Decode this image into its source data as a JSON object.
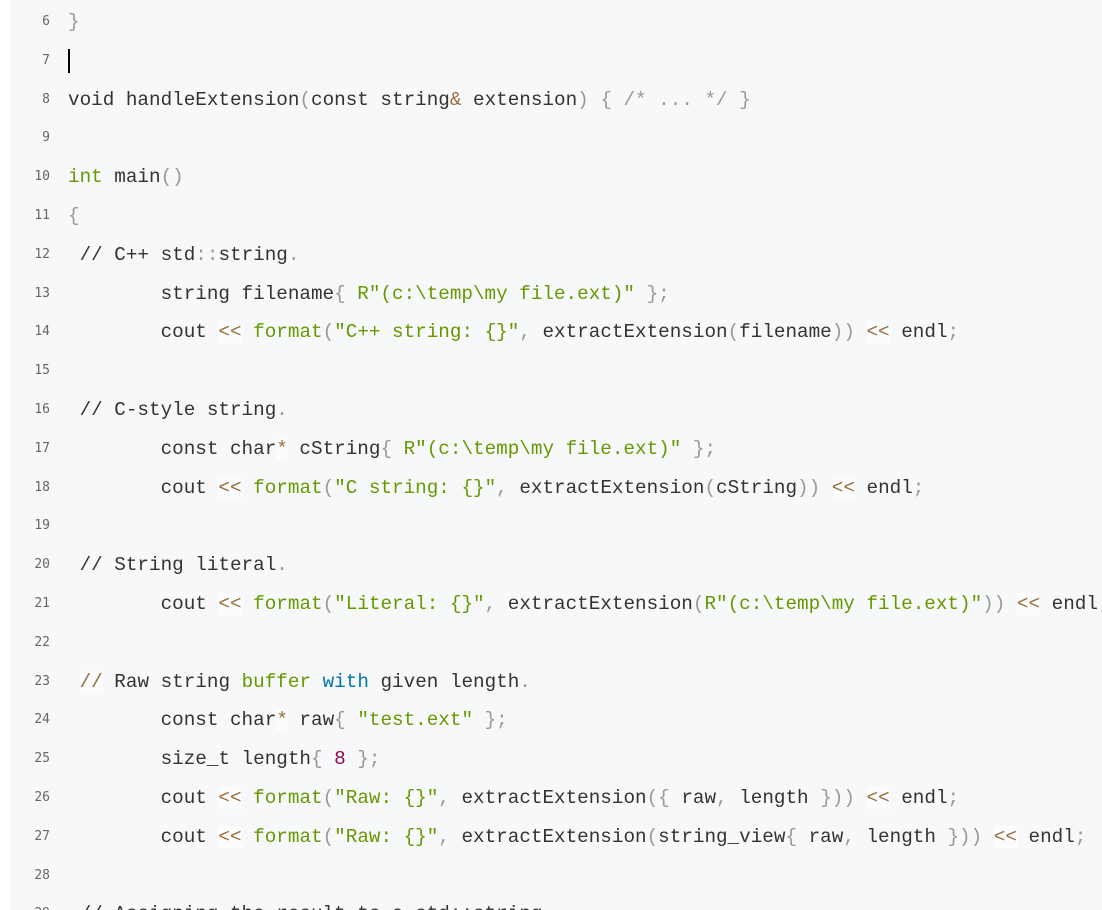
{
  "editor": {
    "lines": [
      {
        "n": "6",
        "t": [
          [
            "}",
            "p"
          ]
        ]
      },
      {
        "n": "7",
        "t": [],
        "cursor": true
      },
      {
        "n": "8",
        "t": [
          [
            "void handleExtension",
            ""
          ],
          [
            "(",
            "p"
          ],
          [
            "const string",
            ""
          ],
          [
            "&",
            "o"
          ],
          [
            " extension",
            ""
          ],
          [
            ")",
            "p"
          ],
          [
            " ",
            ""
          ],
          [
            "{",
            "p"
          ],
          [
            " ",
            ""
          ],
          [
            "/* ... */",
            "p"
          ],
          [
            " ",
            ""
          ],
          [
            "}",
            "p"
          ]
        ]
      },
      {
        "n": "9",
        "t": []
      },
      {
        "n": "10",
        "t": [
          [
            "int",
            "k"
          ],
          [
            " main",
            ""
          ],
          [
            "()",
            "p"
          ]
        ]
      },
      {
        "n": "11",
        "t": [
          [
            "{",
            "p"
          ]
        ]
      },
      {
        "n": "12",
        "t": [
          [
            " // C++ std",
            ""
          ],
          [
            "::",
            "p"
          ],
          [
            "string",
            ""
          ],
          [
            ".",
            "p"
          ]
        ]
      },
      {
        "n": "13",
        "t": [
          [
            "        string filename",
            ""
          ],
          [
            "{",
            "p"
          ],
          [
            " ",
            ""
          ],
          [
            "R\"(c:\\temp\\my file.ext)\"",
            "s"
          ],
          [
            " ",
            ""
          ],
          [
            "};",
            "p"
          ]
        ]
      },
      {
        "n": "14",
        "t": [
          [
            "        cout ",
            ""
          ],
          [
            "<<",
            "o"
          ],
          [
            " ",
            ""
          ],
          [
            "format",
            "f"
          ],
          [
            "(",
            "p"
          ],
          [
            "\"C++ string: {}\"",
            "s"
          ],
          [
            ",",
            "p"
          ],
          [
            " extractExtension",
            ""
          ],
          [
            "(",
            "p"
          ],
          [
            "filename",
            ""
          ],
          [
            "))",
            "p"
          ],
          [
            " ",
            ""
          ],
          [
            "<<",
            "o"
          ],
          [
            " endl",
            ""
          ],
          [
            ";",
            "p"
          ]
        ]
      },
      {
        "n": "15",
        "t": []
      },
      {
        "n": "16",
        "t": [
          [
            " // C-style string",
            ""
          ],
          [
            ".",
            "p"
          ]
        ]
      },
      {
        "n": "17",
        "t": [
          [
            "        const char",
            ""
          ],
          [
            "*",
            "o"
          ],
          [
            " cString",
            ""
          ],
          [
            "{",
            "p"
          ],
          [
            " ",
            ""
          ],
          [
            "R\"(c:\\temp\\my file.ext)\"",
            "s"
          ],
          [
            " ",
            ""
          ],
          [
            "};",
            "p"
          ]
        ]
      },
      {
        "n": "18",
        "t": [
          [
            "        cout ",
            ""
          ],
          [
            "<<",
            "o"
          ],
          [
            " ",
            ""
          ],
          [
            "format",
            "f"
          ],
          [
            "(",
            "p"
          ],
          [
            "\"C string: {}\"",
            "s"
          ],
          [
            ",",
            "p"
          ],
          [
            " extractExtension",
            ""
          ],
          [
            "(",
            "p"
          ],
          [
            "cString",
            ""
          ],
          [
            "))",
            "p"
          ],
          [
            " ",
            ""
          ],
          [
            "<<",
            "o"
          ],
          [
            " endl",
            ""
          ],
          [
            ";",
            "p"
          ]
        ]
      },
      {
        "n": "19",
        "t": []
      },
      {
        "n": "20",
        "t": [
          [
            " // String literal",
            ""
          ],
          [
            ".",
            "p"
          ]
        ]
      },
      {
        "n": "21",
        "t": [
          [
            "        cout ",
            ""
          ],
          [
            "<<",
            "o"
          ],
          [
            " ",
            ""
          ],
          [
            "format",
            "f"
          ],
          [
            "(",
            "p"
          ],
          [
            "\"Literal: {}\"",
            "s"
          ],
          [
            ",",
            "p"
          ],
          [
            " extractExtension",
            ""
          ],
          [
            "(",
            "p"
          ],
          [
            "R\"(c:\\temp\\my file.ext)\"",
            "s"
          ],
          [
            "))",
            "p"
          ],
          [
            " ",
            ""
          ],
          [
            "<<",
            "o"
          ],
          [
            " endl",
            ""
          ],
          [
            ";",
            "p"
          ]
        ]
      },
      {
        "n": "22",
        "t": []
      },
      {
        "n": "23",
        "t": [
          [
            " ",
            ""
          ],
          [
            "//",
            "o"
          ],
          [
            " Raw string ",
            ""
          ],
          [
            "buffer",
            "k"
          ],
          [
            " ",
            ""
          ],
          [
            "with",
            "b"
          ],
          [
            " given length",
            ""
          ],
          [
            ".",
            "p"
          ]
        ]
      },
      {
        "n": "24",
        "t": [
          [
            "        const char",
            ""
          ],
          [
            "*",
            "o"
          ],
          [
            " raw",
            ""
          ],
          [
            "{",
            "p"
          ],
          [
            " ",
            ""
          ],
          [
            "\"test.ext\"",
            "s"
          ],
          [
            " ",
            ""
          ],
          [
            "};",
            "p"
          ]
        ]
      },
      {
        "n": "25",
        "t": [
          [
            "        size_t length",
            ""
          ],
          [
            "{",
            "p"
          ],
          [
            " ",
            ""
          ],
          [
            "8",
            "n"
          ],
          [
            " ",
            ""
          ],
          [
            "};",
            "p"
          ]
        ]
      },
      {
        "n": "26",
        "t": [
          [
            "        cout ",
            ""
          ],
          [
            "<<",
            "o"
          ],
          [
            " ",
            ""
          ],
          [
            "format",
            "f"
          ],
          [
            "(",
            "p"
          ],
          [
            "\"Raw: {}\"",
            "s"
          ],
          [
            ",",
            "p"
          ],
          [
            " extractExtension",
            ""
          ],
          [
            "({",
            "p"
          ],
          [
            " raw",
            ""
          ],
          [
            ",",
            "p"
          ],
          [
            " length ",
            ""
          ],
          [
            "}))",
            "p"
          ],
          [
            " ",
            ""
          ],
          [
            "<<",
            "o"
          ],
          [
            " endl",
            ""
          ],
          [
            ";",
            "p"
          ]
        ]
      },
      {
        "n": "27",
        "t": [
          [
            "        cout ",
            ""
          ],
          [
            "<<",
            "o"
          ],
          [
            " ",
            ""
          ],
          [
            "format",
            "f"
          ],
          [
            "(",
            "p"
          ],
          [
            "\"Raw: {}\"",
            "s"
          ],
          [
            ",",
            "p"
          ],
          [
            " extractExtension",
            ""
          ],
          [
            "(",
            "p"
          ],
          [
            "string_view",
            ""
          ],
          [
            "{",
            "p"
          ],
          [
            " raw",
            ""
          ],
          [
            ",",
            "p"
          ],
          [
            " length ",
            ""
          ],
          [
            "}))",
            "p"
          ],
          [
            " ",
            ""
          ],
          [
            "<<",
            "o"
          ],
          [
            " endl",
            ""
          ],
          [
            ";",
            "p"
          ]
        ]
      },
      {
        "n": "28",
        "t": []
      },
      {
        "n": "29",
        "t": [
          [
            " // Assigning the result to a std::string",
            ""
          ]
        ]
      }
    ]
  }
}
